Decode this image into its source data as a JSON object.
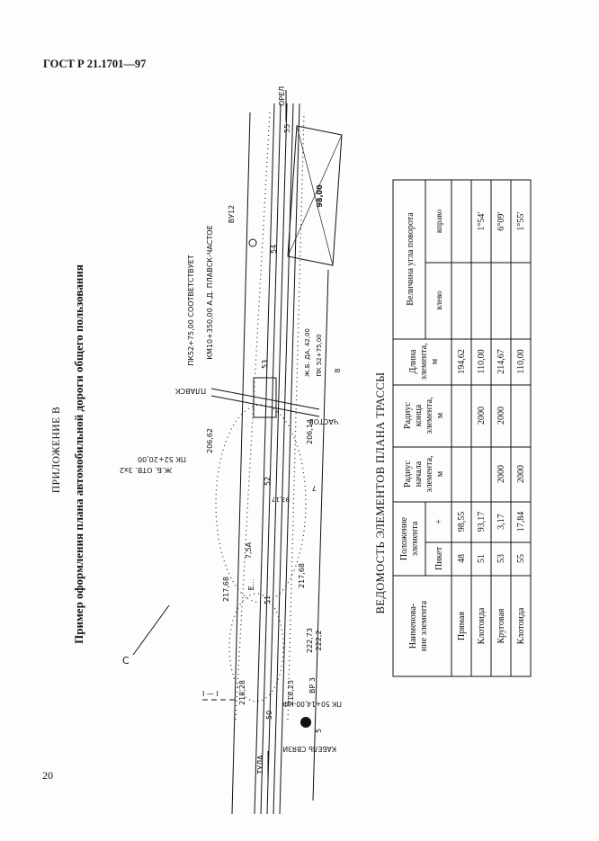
{
  "header": {
    "standard": "ГОСТ Р 21.1701—97"
  },
  "appendix": "ПРИЛОЖЕНИЕ В",
  "title": "Пример оформления плана автомобильной дороги общего пользования",
  "page_number": "20",
  "drawing": {
    "labels": {
      "orel": "ОРЕЛ",
      "tula": "ТУЛА",
      "plavsk": "ПЛАВСК",
      "chastoe": "ЧАСТОЕ",
      "north": "С",
      "building_dim": "98,00",
      "vu": "ВУ12",
      "pk_match": "ПК52+75,00  СООТВЕТСТВУЕТ",
      "km_match": "КМ10+350,00  А.Д. ПЛАВСК-ЧАСТОЕ",
      "bridge_type": "Ж.Б. ДА, 42,00",
      "bridge_pk": "ПК 52+75,00",
      "bridge_num": "8",
      "culvert_type": "Ж.Б. ОТВ. 3х2",
      "culvert_pk": "ПК 52+20,00",
      "elev_206_62": "206,62",
      "elev_206_14": "206,14",
      "num_7": "7",
      "pk_52": "52",
      "pk_53": "53",
      "pk_54": "54",
      "pk_55": "55",
      "pk_51": "51",
      "pk_50": "50",
      "plus_93_17": "93,17",
      "width_7_5a": "7,5А",
      "e_mark": "Е...",
      "elev_217_68_left": "217,68",
      "elev_217_68_right": "217,68",
      "elev_222_73": "222,73",
      "elev_222_2": "222,2",
      "vr3": "ВР 3",
      "elev_218_28": "218,28",
      "elev_218_23": "218,23",
      "cable": "КАБЕЛЬ СВЯЗИ",
      "cable_pk": "ПК 50+14,00-НФ",
      "cable_num": "5",
      "section": "I — I"
    }
  },
  "table": {
    "title": "ВЕДОМОСТЬ ЭЛЕМЕНТОВ ПЛАНА ТРАССЫ",
    "headers": {
      "name": [
        "Наименова-",
        "ние элемента"
      ],
      "position": [
        "Положение",
        "элемента"
      ],
      "picket": "Пикет",
      "plus": "+",
      "radius_start": [
        "Радиус",
        "начала",
        "элемента,",
        "м"
      ],
      "radius_end": [
        "Радиус",
        "конца",
        "элемента,",
        "м"
      ],
      "length": [
        "Длина",
        "элемента,",
        "м"
      ],
      "angle": "Величина угла поворота",
      "left": "влево",
      "right": "вправо"
    },
    "rows": [
      {
        "name": "Прямая",
        "picket": "48",
        "plus": "98,55",
        "radius_start": "",
        "radius_end": "",
        "length": "194,62",
        "left": "",
        "right": ""
      },
      {
        "name": "Клотоида",
        "picket": "51",
        "plus": "93,17",
        "radius_start": "",
        "radius_end": "2000",
        "length": "110,00",
        "left": "",
        "right": "1°54′"
      },
      {
        "name": "Круговая",
        "picket": "53",
        "plus": "3,17",
        "radius_start": "2000",
        "radius_end": "2000",
        "length": "214,67",
        "left": "",
        "right": "6°09′"
      },
      {
        "name": "Клотоида",
        "picket": "55",
        "plus": "17,84",
        "radius_start": "2000",
        "radius_end": "",
        "length": "110,00",
        "left": "",
        "right": "1°55′"
      }
    ]
  }
}
